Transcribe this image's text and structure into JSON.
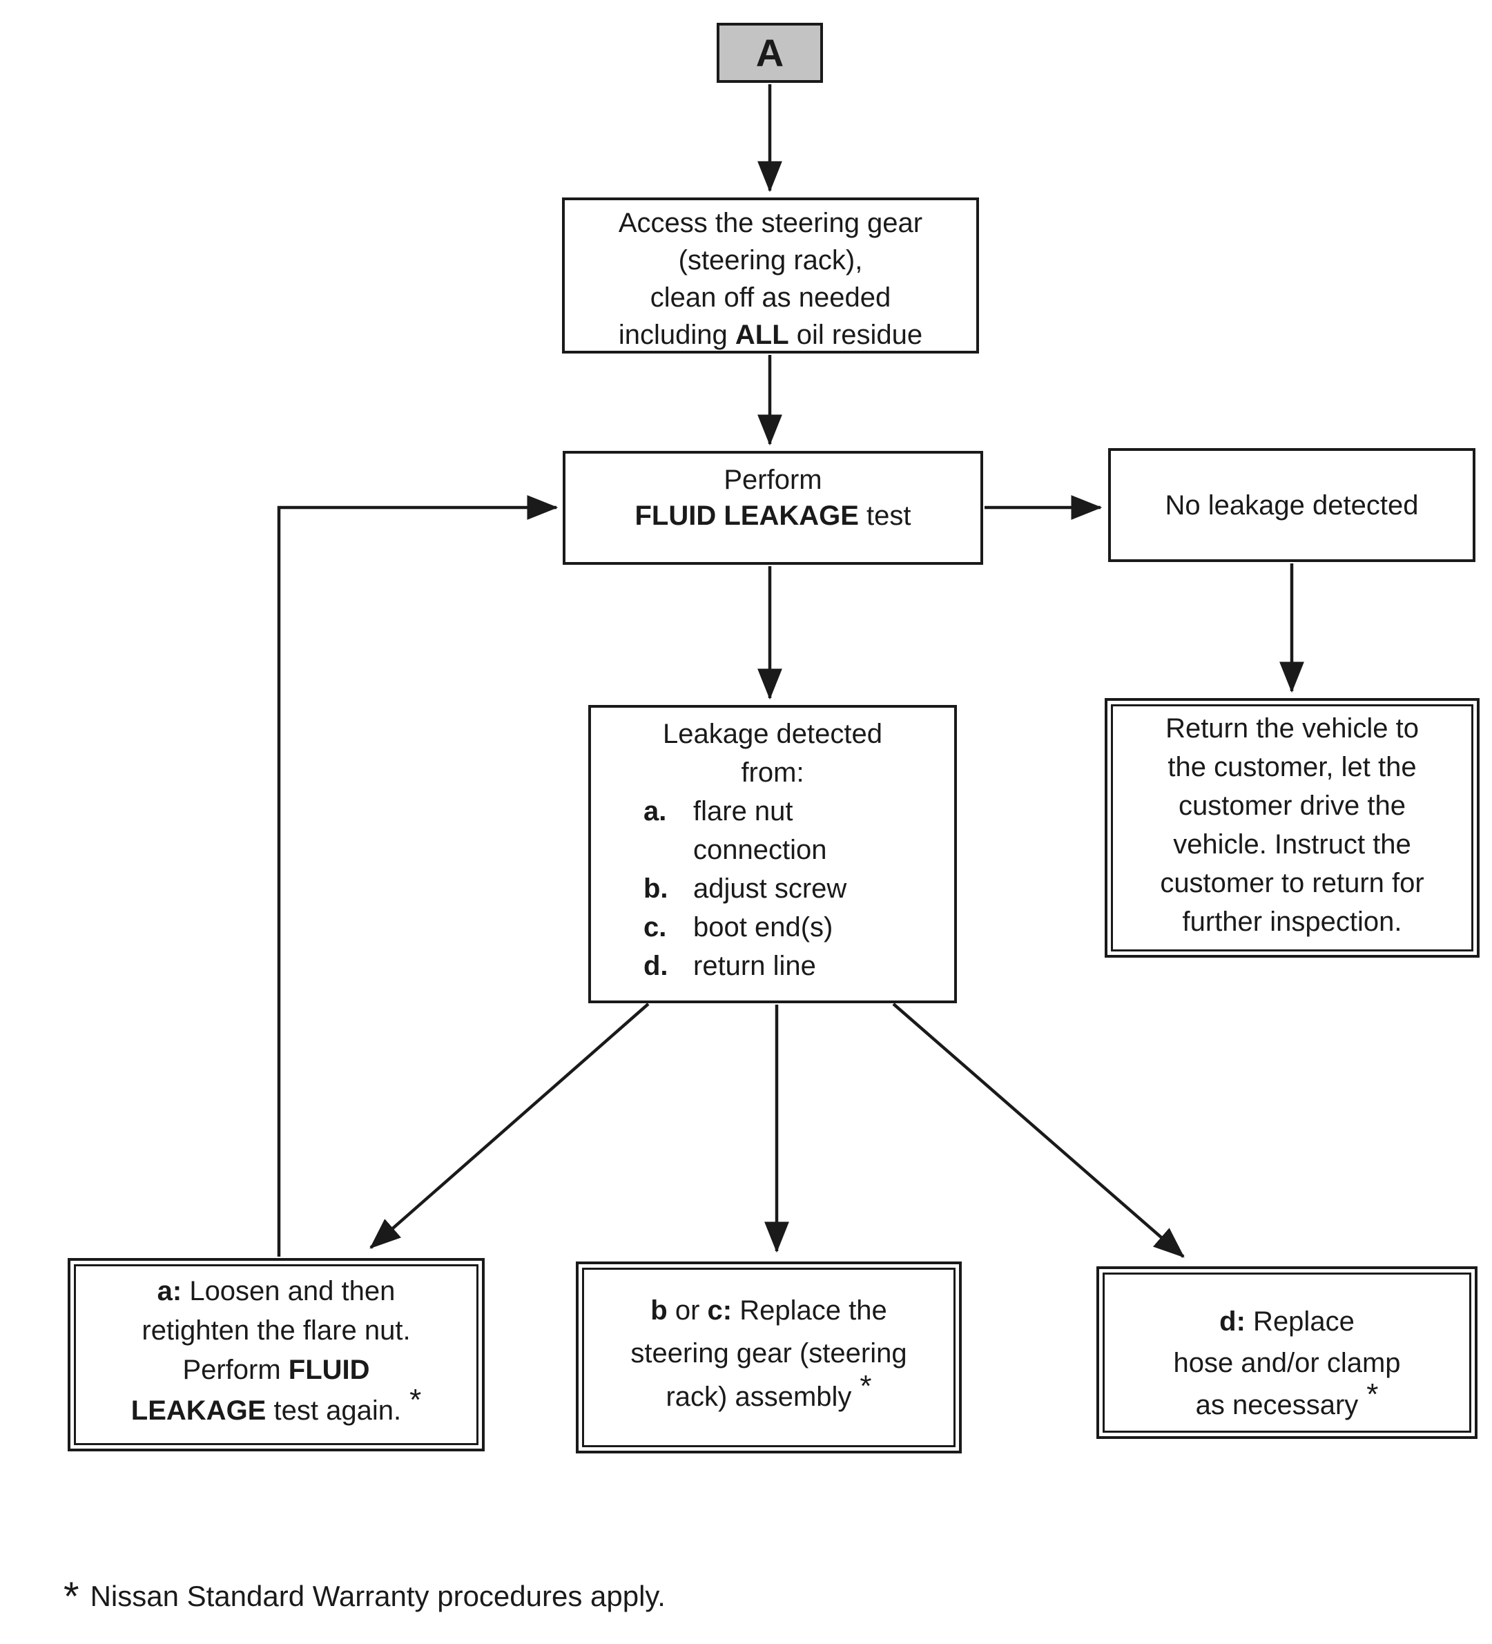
{
  "colors": {
    "ink": "#1a1a1a",
    "background": "#ffffff",
    "connector_label_fill": "#c3c3c3"
  },
  "nodes": {
    "a_connector": {
      "label": "A"
    },
    "access": {
      "line1": "Access the steering gear",
      "line2": "(steering rack),",
      "line3": "clean off as needed",
      "line4_pre": "including ",
      "line4_bold": "ALL",
      "line4_post": " oil residue"
    },
    "perform": {
      "line1": "Perform",
      "line2_bold": "FLUID LEAKAGE",
      "line2_post": " test"
    },
    "no_leakage": {
      "line1": "No leakage detected"
    },
    "leakage_from": {
      "line1": "Leakage detected",
      "line2": "from:",
      "items": [
        {
          "key": "a.",
          "line1": "flare nut",
          "line2": "connection"
        },
        {
          "key": "b.",
          "line1": "adjust screw"
        },
        {
          "key": "c.",
          "line1": "boot end(s)"
        },
        {
          "key": "d.",
          "line1": "return line"
        }
      ]
    },
    "return_vehicle": {
      "lines": [
        "Return the vehicle to",
        "the customer, let the",
        "customer drive the",
        "vehicle. Instruct the",
        "customer to return for",
        "further inspection."
      ]
    },
    "fix_a": {
      "l1_bold": "a:",
      "l1_post": " Loosen and then",
      "l2": "retighten the flare nut.",
      "l3_pre": "Perform ",
      "l3_bold": "FLUID",
      "l4_bold": "LEAKAGE",
      "l4_post": " test again.",
      "asterisk": "*"
    },
    "fix_bc": {
      "l1_b1": "b",
      "l1_mid": " or ",
      "l1_b2": "c:",
      "l1_post": " Replace the",
      "l2": "steering gear (steering",
      "l3": "rack) assembly",
      "asterisk": "*"
    },
    "fix_d": {
      "l1_bold": "d:",
      "l1_post": " Replace",
      "l2": "hose and/or clamp",
      "l3": "as necessary",
      "asterisk": "*"
    }
  },
  "footnote": {
    "asterisk": "*",
    "text": "Nissan Standard Warranty procedures apply."
  }
}
